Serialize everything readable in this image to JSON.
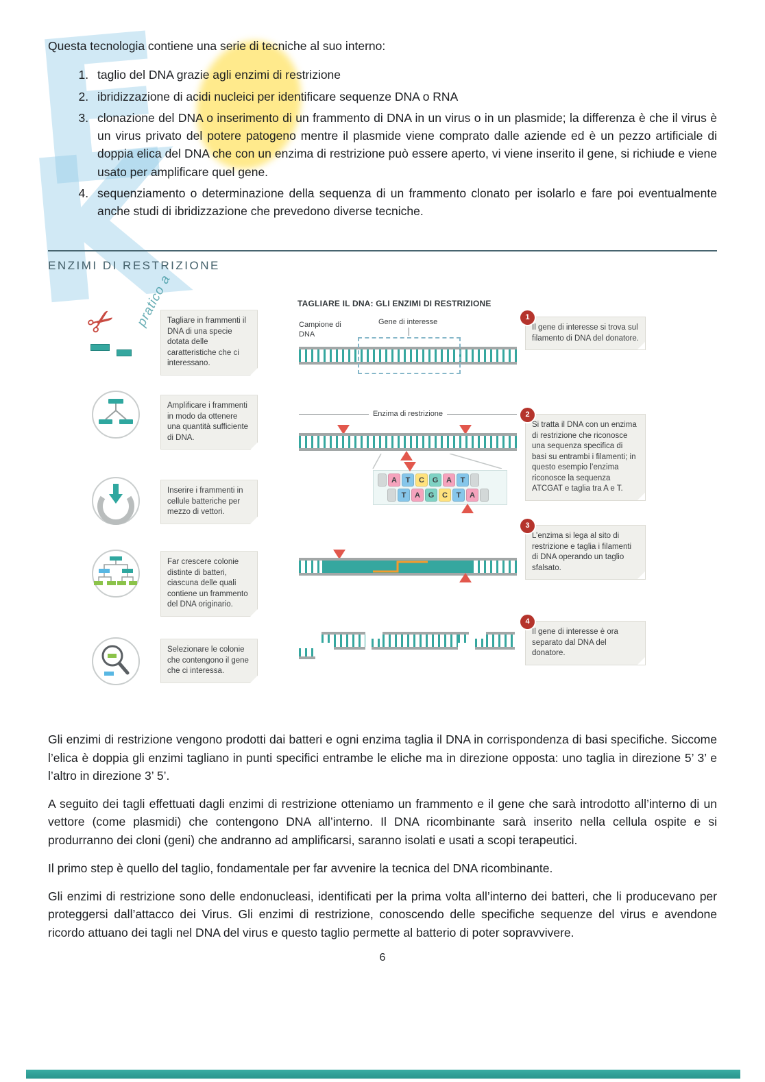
{
  "watermark": {
    "letter_1": "E",
    "letter_2": "K",
    "script": "pratico a"
  },
  "intro": {
    "lead": "Questa tecnologia contiene una serie di tecniche al suo interno:",
    "items": [
      "taglio del DNA grazie agli enzimi di restrizione",
      "ibridizzazione di acidi nucleici per identificare sequenze DNA o RNA",
      "clonazione del DNA o inserimento di un frammento di DNA in un virus o in un plasmide; la differenza è che il virus è un virus privato del potere patogeno mentre il plasmide viene comprato dalle aziende ed è un pezzo artificiale di doppia elica del DNA che con un enzima di restrizione può essere aperto, vi viene inserito il gene, si richiude e viene usato per amplificare quel gene.",
      "sequenziamento o determinazione della sequenza di un frammento clonato per isolarlo e fare poi eventualmente anche studi di ibridizzazione che prevedono diverse tecniche."
    ]
  },
  "section": {
    "title": "ENZIMI DI RESTRIZIONE"
  },
  "figure": {
    "title": "TAGLIARE IL DNA: GLI ENZIMI DI RESTRIZIONE",
    "labels": {
      "campione": "Campione di DNA",
      "gene": "Gene di interesse",
      "enzima": "Enzima di restrizione"
    },
    "left_steps": [
      "Tagliare in frammenti il DNA di una specie dotata delle caratteristiche che ci interessano.",
      "Amplificare i frammenti in modo da ottenere una quantità sufficiente di DNA.",
      "Inserire i frammenti in cellule batteriche per mezzo di vettori.",
      "Far crescere colonie distinte di batteri, ciascuna delle quali contiene un frammento del DNA originario.",
      "Selezionare le colonie che contengono il gene che ci interessa."
    ],
    "right_steps": [
      {
        "num": "1",
        "text": "Il gene di interesse si trova sul filamento di DNA del donatore."
      },
      {
        "num": "2",
        "text": "Si tratta il DNA con un enzima di restrizione che riconosce una sequenza specifica di basi su entrambi i filamenti; in questo esempio l’enzima riconosce la sequenza ATCGAT e taglia tra A e T."
      },
      {
        "num": "3",
        "text": "L’enzima si lega al sito di restrizione e taglia i filamenti di DNA operando un taglio sfalsato."
      },
      {
        "num": "4",
        "text": "Il gene di interesse è ora separato dal DNA del donatore."
      }
    ],
    "bases_top": [
      "A",
      "T",
      "C",
      "G",
      "A",
      "T"
    ],
    "bases_bottom": [
      "T",
      "A",
      "G",
      "C",
      "T",
      "A"
    ]
  },
  "body": {
    "paragraphs": [
      "Gli enzimi di restrizione vengono prodotti dai batteri e ogni enzima taglia il DNA in corrispondenza di basi specifiche. Siccome l’elica è doppia gli enzimi tagliano in punti specifici entrambe le eliche ma in direzione opposta: uno taglia in direzione 5’ 3’ e l’altro in direzione 3’ 5’.",
      "A seguito dei tagli effettuati dagli enzimi di restrizione otteniamo un frammento e il gene che sarà introdotto all’interno di un vettore (come plasmidi) che contengono DNA all’interno. Il DNA ricombinante sarà inserito nella cellula ospite e si produrranno dei cloni (geni) che andranno ad amplificarsi, saranno isolati e usati a scopi terapeutici.",
      "Il primo step è quello del taglio, fondamentale per far avvenire la tecnica del DNA ricombinante.",
      "Gli enzimi di restrizione sono delle endonucleasi, identificati per la prima volta all’interno dei batteri, che li producevano per proteggersi dall’attacco dei Virus. Gli enzimi di restrizione, conoscendo delle specifiche sequenze del virus e avendone ricordo attuano dei tagli nel DNA del virus e questo taglio permette al batterio di poter sopravvivere."
    ]
  },
  "footer": {
    "page_number": "6"
  },
  "colors": {
    "accent_teal": "#2fa79f",
    "callout_red": "#b5342c",
    "watermark_blue": "#92cbe8",
    "watermark_yellow": "#ffe260"
  }
}
